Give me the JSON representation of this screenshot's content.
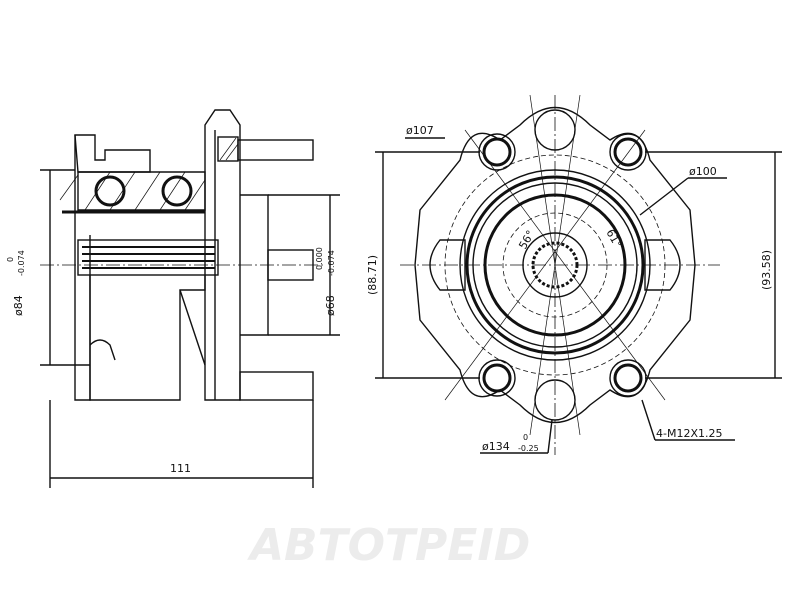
{
  "side_view": {
    "dim_outer_dia": "ø84",
    "dim_outer_tol_upper": "0",
    "dim_outer_tol_lower": "-0.074",
    "dim_pilot_dia": "ø68",
    "dim_pilot_tol_upper": "0.000",
    "dim_pilot_tol_lower": "-0.074",
    "dim_length": "111"
  },
  "front_view": {
    "dim_bolt_circle": "ø107",
    "dim_inner": "ø100",
    "angle_1": "56°",
    "angle_2": "61°",
    "dim_height_left": "(88.71)",
    "dim_height_right": "(93.58)",
    "dim_thread": "4-M12X1.25",
    "dim_flange_dia": "ø134",
    "dim_flange_tol_upper": "0",
    "dim_flange_tol_lower": "-0.25"
  },
  "watermark": "ABTOTPEID"
}
